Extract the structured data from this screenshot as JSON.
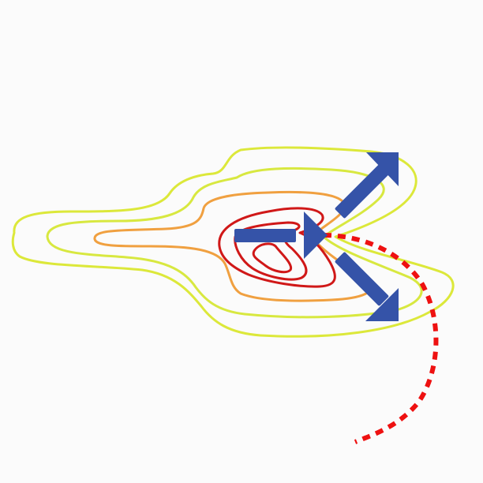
{
  "diagram": {
    "background_color": "#fbfbfb",
    "contour_levels": [
      {
        "level": "outer",
        "color": "#dce83a"
      },
      {
        "level": "second",
        "color": "#d8e840"
      },
      {
        "level": "third",
        "color": "#f0a040"
      },
      {
        "level": "inner",
        "color": "#d01818"
      }
    ],
    "arrows": [
      {
        "direction": "right",
        "color": "#3553a8"
      },
      {
        "direction": "up-right",
        "color": "#3553a8"
      },
      {
        "direction": "down-right",
        "color": "#3553a8"
      }
    ],
    "dashed_path": {
      "color": "#ee1111",
      "style": "dotted"
    },
    "labels": []
  }
}
